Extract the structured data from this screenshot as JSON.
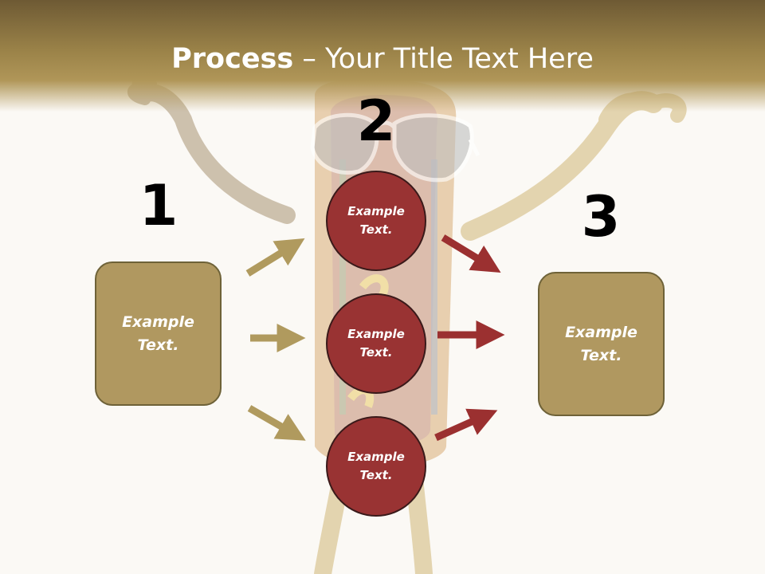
{
  "title": {
    "bold": "Process",
    "rest": " – Your Title Text Here"
  },
  "steps": {
    "one": "1",
    "two": "2",
    "three": "3"
  },
  "left_box": {
    "line1": "Example",
    "line2": "Text."
  },
  "right_box": {
    "line1": "Example",
    "line2": "Text."
  },
  "circles": [
    {
      "line1": "Example",
      "line2": "Text."
    },
    {
      "line1": "Example",
      "line2": "Text."
    },
    {
      "line1": "Example",
      "line2": "Text."
    }
  ],
  "colors": {
    "title_bar": "#9a8248",
    "box_fill": "#b09860",
    "circle_fill": "#993333",
    "arrow_left": "#b09a5e",
    "arrow_right": "#9b3030",
    "number_text": "#000000"
  },
  "icons": {
    "background": "hotdog-character-illustration"
  }
}
